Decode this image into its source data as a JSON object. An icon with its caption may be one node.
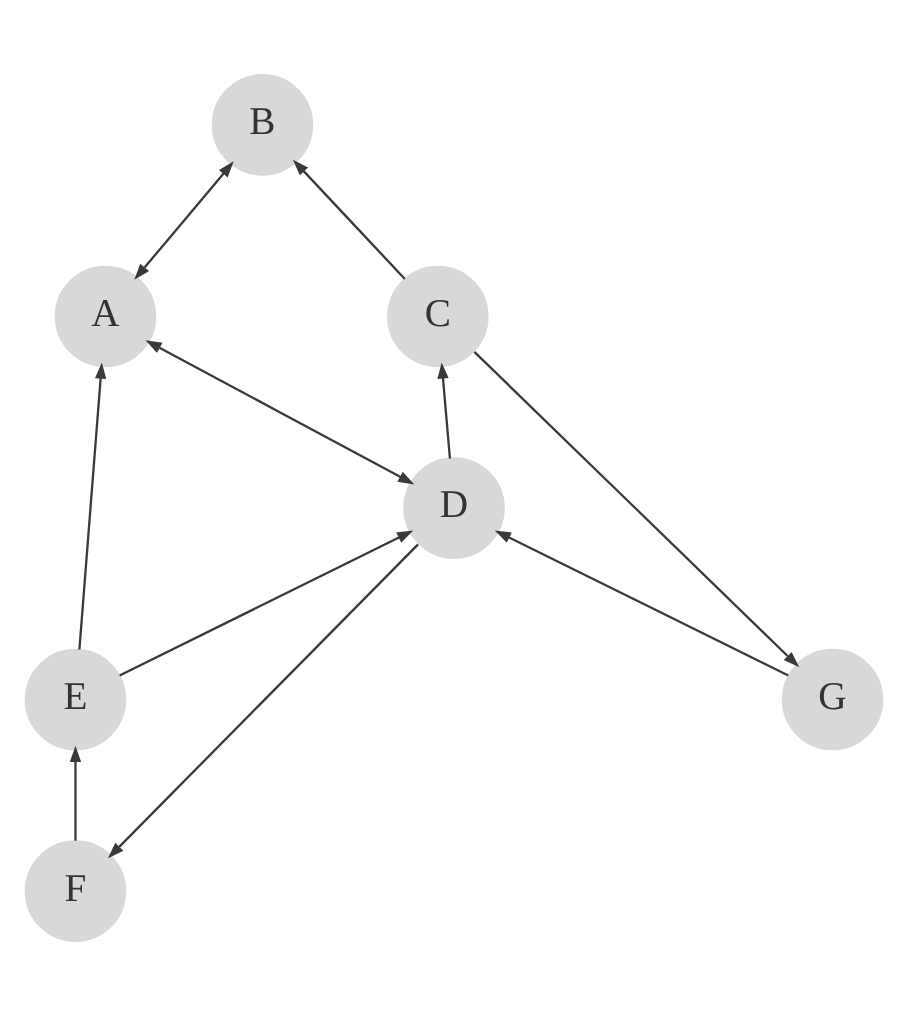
{
  "diagram": {
    "nodes": [
      {
        "text": [
          "B"
        ]
      },
      {
        "text": [
          "A"
        ]
      },
      {
        "text": [
          "C"
        ]
      },
      {
        "text": [
          "D"
        ]
      },
      {
        "text": [
          "E"
        ]
      },
      {
        "text": [
          "G"
        ]
      },
      {
        "text": [
          "F"
        ]
      }
    ],
    "edges": [
      {
        "from": 1,
        "to": 0,
        "arrow": "both"
      },
      {
        "from": 2,
        "to": 0,
        "arrow": "to"
      },
      {
        "from": 1,
        "to": 3,
        "arrow": "both"
      },
      {
        "from": 3,
        "to": 2,
        "arrow": "to"
      },
      {
        "from": 2,
        "to": 5,
        "arrow": "to"
      },
      {
        "from": 4,
        "to": 1,
        "arrow": "to"
      },
      {
        "from": 4,
        "to": 3,
        "arrow": "to"
      },
      {
        "from": 3,
        "to": 6,
        "arrow": "to"
      },
      {
        "from": 5,
        "to": 3,
        "arrow": "to"
      },
      {
        "from": 6,
        "to": 4,
        "arrow": "to"
      }
    ]
  }
}
